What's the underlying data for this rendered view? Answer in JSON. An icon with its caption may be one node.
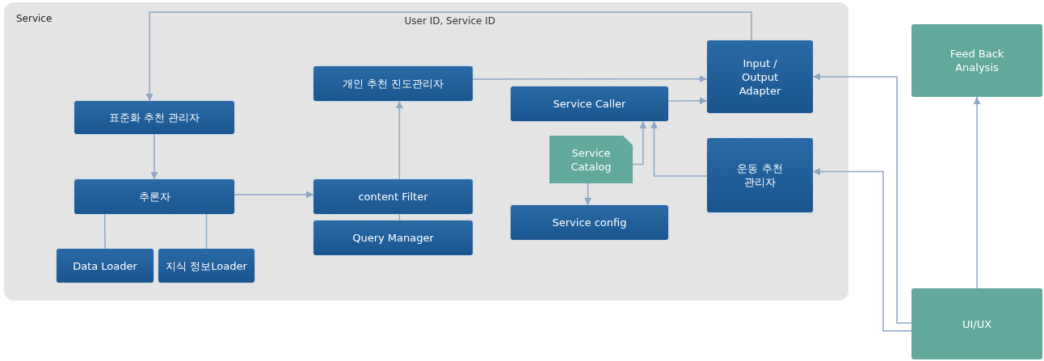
{
  "diagram": {
    "nodes": [
      {
        "text": [
          "Service"
        ]
      },
      {
        "text": [
          "개인 추천 진도관리자"
        ],
        "in": 0
      },
      {
        "text": [
          "Input / Output Adapter"
        ],
        "in": 0
      },
      {
        "text": [
          "표준화 추천 관리자"
        ],
        "in": 0
      },
      {
        "text": [
          "Service Caller"
        ],
        "in": 0
      },
      {
        "text": [
          "Service Catalog"
        ],
        "in": 0
      },
      {
        "text": [
          "운동 추천 관리자"
        ],
        "in": 0
      },
      {
        "text": [
          "추론자"
        ],
        "in": 0
      },
      {
        "text": [
          "content Filter"
        ],
        "in": 0
      },
      {
        "text": [
          "Service config"
        ],
        "in": 0
      },
      {
        "text": [
          "Query Manager"
        ],
        "in": 0
      },
      {
        "text": [
          "Data Loader"
        ],
        "in": 0
      },
      {
        "text": [
          "지식 정보Loader"
        ],
        "in": 0
      },
      {
        "text": [
          "Feed Back Analysis"
        ]
      },
      {
        "text": [
          "UI/UX"
        ]
      }
    ],
    "edges": [
      {
        "from": 2,
        "to": 3,
        "arrow": "to",
        "label": "User ID, Service ID"
      },
      {
        "from": 3,
        "to": 7,
        "arrow": "to"
      },
      {
        "from": 7,
        "to": 8,
        "arrow": "to"
      },
      {
        "from": 8,
        "to": 1,
        "arrow": "to"
      },
      {
        "from": 10,
        "to": 8,
        "arrow": "none"
      },
      {
        "from": 1,
        "to": 2,
        "arrow": "to"
      },
      {
        "from": 4,
        "to": 2,
        "arrow": "to"
      },
      {
        "from": 5,
        "to": 4,
        "arrow": "to"
      },
      {
        "from": 6,
        "to": 4,
        "arrow": "to"
      },
      {
        "from": 5,
        "to": 9,
        "arrow": "to"
      },
      {
        "from": 7,
        "to": 11,
        "arrow": "none"
      },
      {
        "from": 7,
        "to": 12,
        "arrow": "none"
      },
      {
        "from": 14,
        "to": 2,
        "arrow": "to"
      },
      {
        "from": 14,
        "to": 6,
        "arrow": "to"
      },
      {
        "from": 14,
        "to": 13,
        "arrow": "to"
      }
    ]
  }
}
